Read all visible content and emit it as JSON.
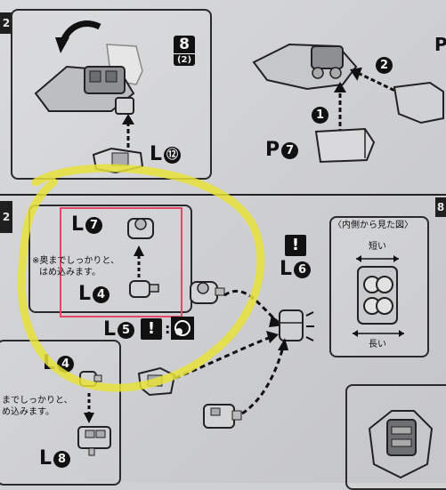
{
  "step_top": {
    "side_number": "2",
    "badge_number": "8",
    "badge_sub": "(2)"
  },
  "labels": {
    "l12": {
      "letter": "L",
      "num": "⑫"
    },
    "p7": {
      "letter": "P",
      "num": "7"
    },
    "arrow1": "1",
    "arrow2": "2",
    "l7": {
      "letter": "L",
      "num": "7"
    },
    "l4_inner": {
      "letter": "L",
      "num": "4"
    },
    "l6": {
      "letter": "L",
      "num": "6"
    },
    "l5": {
      "letter": "L",
      "num": "5"
    },
    "l4_lower": {
      "letter": "L",
      "num": "4"
    },
    "l8": {
      "letter": "L",
      "num": "8"
    }
  },
  "step_mid": {
    "side_number": "2",
    "right_edge_number": "8"
  },
  "notes": {
    "press_fit_inner_line1": "※奥までしっかりと、",
    "press_fit_inner_line2": "はめ込みます。",
    "press_fit_lower_line1": "までしっかりと、",
    "press_fit_lower_line2": "め込みます。"
  },
  "inset": {
    "title": "〈内側から見た図〉",
    "short_label": "短い",
    "long_label": "長い"
  },
  "highlight": {
    "box_color": "#e8456a",
    "marker_color": "#e6e23a"
  }
}
